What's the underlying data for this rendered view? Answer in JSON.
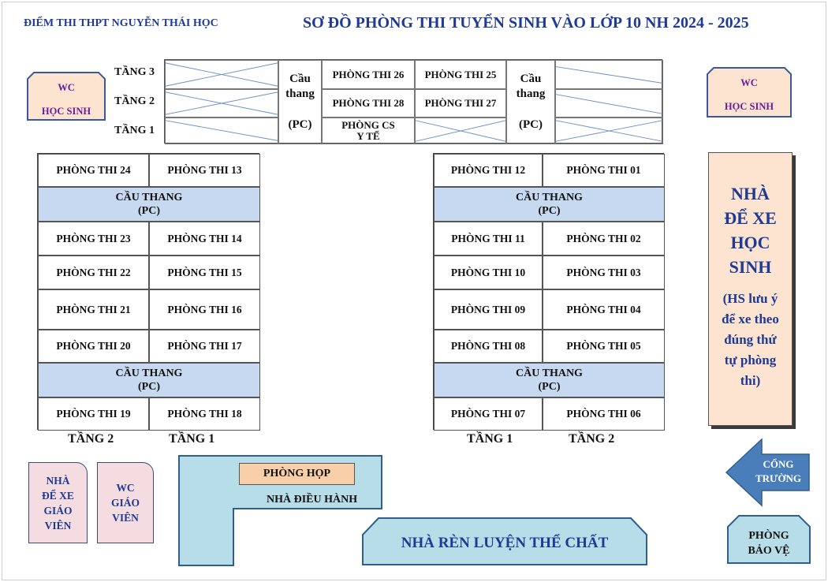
{
  "header": {
    "left": "ĐIỂM THI THPT NGUYỄN THÁI HỌC",
    "right": "SƠ ĐỒ PHÒNG THI TUYỂN SINH VÀO LỚP 10 NH 2024 - 2025"
  },
  "top_building": {
    "floors": [
      "TẦNG 3",
      "TẦNG 2",
      "TẦNG 1"
    ],
    "stair_top": "Cầu",
    "stair_mid": "thang",
    "stair_bottom": "(PC)",
    "rooms": {
      "r26": "PHÒNG THI 26",
      "r25": "PHÒNG THI 25",
      "r28": "PHÒNG THI 28",
      "r27": "PHÒNG THI 27",
      "medical_line1": "PHÒNG CS",
      "medical_line2": "Y TẾ"
    }
  },
  "wc_students": {
    "line1": "WC",
    "line2": "HỌC SINH"
  },
  "left_block": {
    "row1": [
      "PHÒNG THI 24",
      "PHÒNG THI 13"
    ],
    "stair1": [
      "CẦU THANG",
      "(PC)"
    ],
    "row2": [
      "PHÒNG THI 23",
      "PHÒNG THI 14"
    ],
    "row3": [
      "PHÒNG THI 22",
      "PHÒNG THI 15"
    ],
    "row4": [
      "PHÒNG THI 21",
      "PHÒNG THI 16"
    ],
    "row5": [
      "PHÒNG THI 20",
      "PHÒNG THI 17"
    ],
    "stair2": [
      "CẦU THANG",
      "(PC)"
    ],
    "row6": [
      "PHÒNG THI 19",
      "PHÒNG THI 18"
    ],
    "floors": [
      "TẦNG 2",
      "TẦNG 1"
    ]
  },
  "right_block": {
    "row1": [
      "PHÒNG THI 12",
      "PHÒNG THI 01"
    ],
    "stair1": [
      "CẦU THANG",
      "(PC)"
    ],
    "row2": [
      "PHÒNG THI 11",
      "PHÒNG THI 02"
    ],
    "row3": [
      "PHÒNG THI 10",
      "PHÒNG THI 03"
    ],
    "row4": [
      "PHÒNG THI 09",
      "PHÒNG THI 04"
    ],
    "row5": [
      "PHÒNG THI 08",
      "PHÒNG THI 05"
    ],
    "stair2": [
      "CẦU THANG",
      "(PC)"
    ],
    "row6": [
      "PHÒNG THI 07",
      "PHÒNG THI 06"
    ],
    "floors": [
      "TẦNG 1",
      "TẦNG 2"
    ]
  },
  "student_parking": {
    "title": [
      "NHÀ",
      "ĐỂ XE",
      "HỌC",
      "SINH"
    ],
    "note": [
      "(HS lưu ý",
      "để xe theo",
      "đúng thứ",
      "tự phòng",
      "thi)"
    ]
  },
  "teacher_parking": [
    "NHÀ",
    "ĐỂ XE",
    "GIÁO",
    "VIÊN"
  ],
  "teacher_wc": [
    "WC",
    "GIÁO",
    "VIÊN"
  ],
  "admin": {
    "meeting": "PHÒNG HỌP",
    "building": "NHÀ ĐIỀU HÀNH"
  },
  "gym": "NHÀ RÈN LUYỆN THỂ CHẤT",
  "gate": [
    "CỔNG",
    "TRƯỜNG"
  ],
  "guard": [
    "PHÒNG",
    "BẢO VỆ"
  ],
  "colors": {
    "title_blue": "#1f3a93",
    "stair_fill": "#c6d9f0",
    "peach": "#fde4d0",
    "pink": "#f4dce0",
    "light_blue": "#b7dde8",
    "gate_blue": "#4a7ebb"
  }
}
